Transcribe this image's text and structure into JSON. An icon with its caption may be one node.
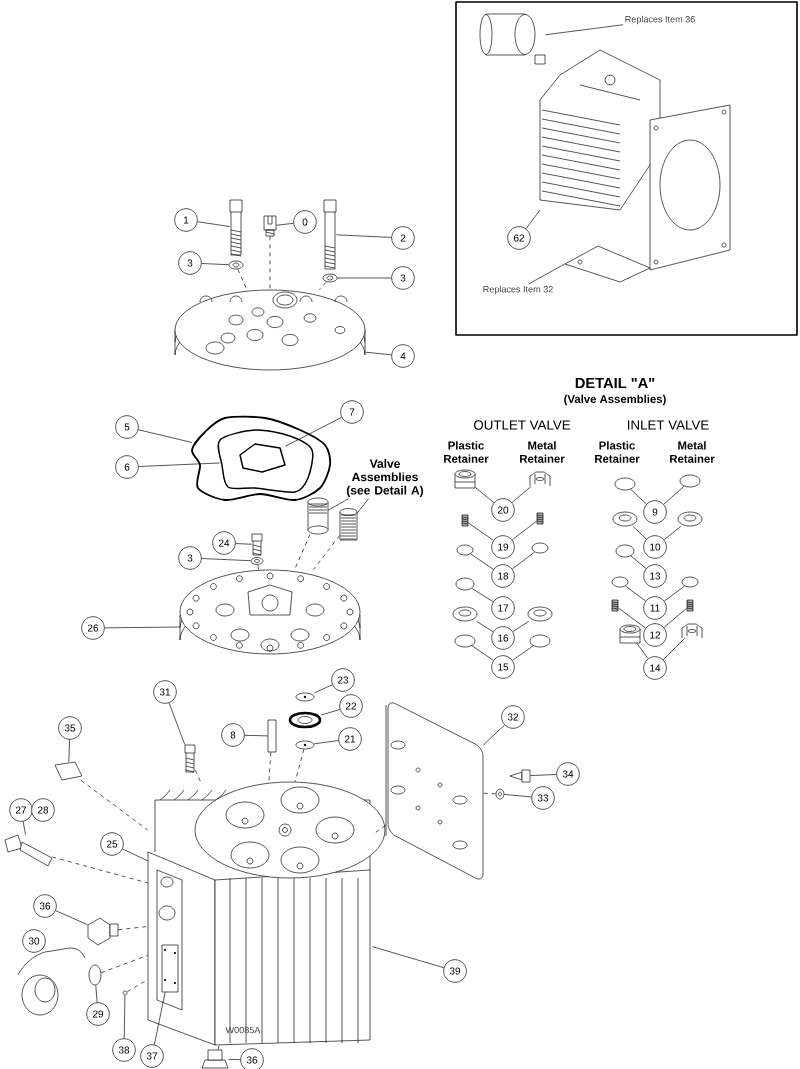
{
  "diagram": {
    "nodes": [
      {
        "text": [
          "1"
        ]
      },
      {
        "text": [
          "0"
        ]
      },
      {
        "text": [
          "2"
        ]
      },
      {
        "text": [
          "3"
        ]
      },
      {
        "text": [
          "3"
        ]
      },
      {
        "text": [
          "4"
        ]
      },
      {
        "text": [
          "5"
        ]
      },
      {
        "text": [
          "7"
        ]
      },
      {
        "text": [
          "6"
        ]
      },
      {
        "text": [
          "Valve Assemblies (see Detail A)"
        ]
      },
      {
        "text": [
          "24"
        ]
      },
      {
        "text": [
          "3"
        ]
      },
      {
        "text": [
          "26"
        ]
      },
      {
        "text": [
          "20"
        ]
      },
      {
        "text": [
          "19"
        ]
      },
      {
        "text": [
          "18"
        ]
      },
      {
        "text": [
          "17"
        ]
      },
      {
        "text": [
          "16"
        ]
      },
      {
        "text": [
          "15"
        ]
      },
      {
        "text": [
          "9"
        ]
      },
      {
        "text": [
          "10"
        ]
      },
      {
        "text": [
          "13"
        ]
      },
      {
        "text": [
          "11"
        ]
      },
      {
        "text": [
          "12"
        ]
      },
      {
        "text": [
          "14"
        ]
      },
      {
        "text": [
          "31"
        ]
      },
      {
        "text": [
          "23"
        ]
      },
      {
        "text": [
          "22"
        ]
      },
      {
        "text": [
          "8"
        ]
      },
      {
        "text": [
          "21"
        ]
      },
      {
        "text": [
          "32"
        ]
      },
      {
        "text": [
          "35"
        ]
      },
      {
        "text": [
          "34"
        ]
      },
      {
        "text": [
          "33"
        ]
      },
      {
        "text": [
          "27"
        ]
      },
      {
        "text": [
          "28"
        ]
      },
      {
        "text": [
          "25"
        ]
      },
      {
        "text": [
          "36"
        ]
      },
      {
        "text": [
          "30"
        ]
      },
      {
        "text": [
          "29"
        ]
      },
      {
        "text": [
          "39"
        ]
      },
      {
        "text": [
          "37"
        ]
      },
      {
        "text": [
          "38"
        ]
      },
      {
        "text": [
          "36"
        ]
      },
      {
        "text": [
          "Replaces Item 36"
        ]
      },
      {
        "text": [
          "62"
        ]
      },
      {
        "text": [
          "Replaces Item 32"
        ]
      },
      {
        "text": [],
        "shape": "picture"
      },
      {
        "text": [],
        "shape": "picture"
      },
      {
        "text": [],
        "shape": "picture"
      },
      {
        "text": [],
        "shape": "picture"
      },
      {
        "text": [],
        "shape": "picture"
      },
      {
        "text": [],
        "shape": "picture"
      },
      {
        "text": [],
        "shape": "picture"
      },
      {
        "text": [],
        "shape": "picture",
        "in": 53
      },
      {
        "text": [],
        "shape": "picture",
        "in": 54
      },
      {
        "text": [],
        "shape": "picture"
      },
      {
        "text": [],
        "shape": "picture"
      },
      {
        "text": [],
        "shape": "picture"
      },
      {
        "text": [],
        "shape": "picture"
      },
      {
        "text": [],
        "shape": "picture"
      },
      {
        "text": [],
        "shape": "picture"
      },
      {
        "text": [],
        "shape": "picture"
      },
      {
        "text": [],
        "shape": "picture"
      },
      {
        "text": [],
        "shape": "box"
      },
      {
        "text": [],
        "shape": "picture"
      },
      {
        "text": [],
        "shape": "picture"
      },
      {
        "text": [],
        "shape": "picture"
      },
      {
        "text": [],
        "shape": "picture"
      },
      {
        "text": [],
        "shape": "picture"
      },
      {
        "text": [],
        "shape": "picture"
      },
      {
        "text": [],
        "shape": "picture"
      },
      {
        "text": [],
        "shape": "picture",
        "in": 71
      },
      {
        "text": [],
        "shape": "picture"
      },
      {
        "text": [],
        "shape": "picture"
      },
      {
        "text": [],
        "shape": "circle"
      },
      {
        "text": [],
        "shape": "picture"
      },
      {
        "text": [],
        "shape": "picture"
      },
      {
        "text": [],
        "shape": "picture"
      },
      {
        "text": [],
        "shape": "picture"
      },
      {
        "text": [],
        "shape": "picture"
      },
      {
        "text": [],
        "shape": "picture"
      },
      {
        "text": [],
        "shape": "circle"
      },
      {
        "text": [],
        "shape": "circle"
      },
      {
        "text": [],
        "shape": "circle"
      },
      {
        "text": [],
        "shape": "picture"
      },
      {
        "text": [],
        "shape": "picture"
      },
      {
        "text": [],
        "shape": "circle"
      },
      {
        "text": [],
        "shape": "circle"
      },
      {
        "text": [],
        "shape": "circle"
      },
      {
        "text": [],
        "shape": "circle"
      },
      {
        "text": [],
        "shape": "picture"
      },
      {
        "text": [],
        "shape": "picture"
      },
      {
        "text": [],
        "shape": "circle"
      },
      {
        "text": [],
        "shape": "circle"
      },
      {
        "text": [],
        "shape": "circle"
      },
      {
        "text": [],
        "shape": "picture"
      },
      {
        "text": [],
        "shape": "picture"
      },
      {
        "text": [],
        "shape": "picture"
      },
      {
        "text": [],
        "shape": "picture"
      },
      {
        "text": [],
        "shape": "picture"
      },
      {
        "text": [],
        "shape": "picture"
      },
      {
        "text": [],
        "shape": "picture"
      },
      {
        "text": [],
        "shape": "picture"
      }
    ],
    "edges": [
      {
        "from": 0,
        "to": 48,
        "arrow": "none"
      },
      {
        "from": 1,
        "to": 47,
        "arrow": "none"
      },
      {
        "from": 2,
        "to": 49,
        "arrow": "none"
      },
      {
        "from": 3,
        "to": 50,
        "arrow": "none"
      },
      {
        "from": 4,
        "to": 51,
        "arrow": "none"
      },
      {
        "from": 5,
        "to": 52,
        "arrow": "none"
      },
      {
        "from": 6,
        "to": 53,
        "arrow": "none"
      },
      {
        "from": 7,
        "to": 55,
        "arrow": "none"
      },
      {
        "from": 8,
        "to": 54,
        "arrow": "none"
      },
      {
        "from": 9,
        "to": 56,
        "arrow": "none"
      },
      {
        "from": 9,
        "to": 57,
        "arrow": "none"
      },
      {
        "from": 10,
        "to": 58,
        "arrow": "none"
      },
      {
        "from": 11,
        "to": 59,
        "arrow": "none"
      },
      {
        "from": 12,
        "to": 60,
        "arrow": "none"
      },
      {
        "from": 13,
        "to": 78,
        "arrow": "none"
      },
      {
        "from": 13,
        "to": 79,
        "arrow": "none"
      },
      {
        "from": 14,
        "to": 80,
        "arrow": "none"
      },
      {
        "from": 14,
        "to": 81,
        "arrow": "none"
      },
      {
        "from": 15,
        "to": 82,
        "arrow": "none"
      },
      {
        "from": 15,
        "to": 83,
        "arrow": "none"
      },
      {
        "from": 16,
        "to": 84,
        "arrow": "none"
      },
      {
        "from": 17,
        "to": 85,
        "arrow": "none"
      },
      {
        "from": 17,
        "to": 86,
        "arrow": "none"
      },
      {
        "from": 18,
        "to": 87,
        "arrow": "none"
      },
      {
        "from": 18,
        "to": 88,
        "arrow": "none"
      },
      {
        "from": 19,
        "to": 89,
        "arrow": "none"
      },
      {
        "from": 19,
        "to": 90,
        "arrow": "none"
      },
      {
        "from": 20,
        "to": 91,
        "arrow": "none"
      },
      {
        "from": 20,
        "to": 92,
        "arrow": "none"
      },
      {
        "from": 21,
        "to": 93,
        "arrow": "none"
      },
      {
        "from": 22,
        "to": 94,
        "arrow": "none"
      },
      {
        "from": 22,
        "to": 95,
        "arrow": "none"
      },
      {
        "from": 23,
        "to": 96,
        "arrow": "none"
      },
      {
        "from": 23,
        "to": 97,
        "arrow": "none"
      },
      {
        "from": 24,
        "to": 98,
        "arrow": "none"
      },
      {
        "from": 24,
        "to": 99,
        "arrow": "none"
      },
      {
        "from": 25,
        "to": 65,
        "arrow": "none"
      },
      {
        "from": 26,
        "to": 61,
        "arrow": "none"
      },
      {
        "from": 27,
        "to": 62,
        "arrow": "none"
      },
      {
        "from": 28,
        "to": 64,
        "arrow": "none"
      },
      {
        "from": 29,
        "to": 63,
        "arrow": "none"
      },
      {
        "from": 30,
        "to": 66,
        "arrow": "none"
      },
      {
        "from": 31,
        "to": 67,
        "arrow": "none"
      },
      {
        "from": 32,
        "to": 68,
        "arrow": "none"
      },
      {
        "from": 33,
        "to": 69,
        "arrow": "none"
      },
      {
        "from": 34,
        "to": 70,
        "arrow": "none"
      },
      {
        "from": 36,
        "to": 71,
        "arrow": "none"
      },
      {
        "from": 37,
        "to": 73,
        "arrow": "none"
      },
      {
        "from": 39,
        "to": 75,
        "arrow": "none"
      },
      {
        "from": 40,
        "to": 71,
        "arrow": "none"
      },
      {
        "from": 41,
        "to": 72,
        "arrow": "none"
      },
      {
        "from": 42,
        "to": 76,
        "arrow": "none"
      },
      {
        "from": 43,
        "to": 77,
        "arrow": "none"
      },
      {
        "from": 44,
        "to": 100,
        "arrow": "none"
      },
      {
        "from": 45,
        "to": 101,
        "arrow": "none"
      },
      {
        "from": 46,
        "to": 103,
        "arrow": "none"
      },
      {
        "from": 47,
        "to": 52,
        "arrow": "none",
        "style": "dashed"
      },
      {
        "from": 50,
        "to": 52,
        "arrow": "none",
        "style": "dashed"
      },
      {
        "from": 51,
        "to": 52,
        "arrow": "none",
        "style": "dashed"
      },
      {
        "from": 56,
        "to": 60,
        "arrow": "none",
        "style": "dashed"
      },
      {
        "from": 57,
        "to": 60,
        "arrow": "none",
        "style": "dashed"
      },
      {
        "from": 59,
        "to": 60,
        "arrow": "none",
        "style": "dashed"
      },
      {
        "from": 65,
        "to": 71,
        "arrow": "none",
        "style": "dashed"
      },
      {
        "from": 64,
        "to": 71,
        "arrow": "none",
        "style": "dashed"
      },
      {
        "from": 63,
        "to": 71,
        "arrow": "none",
        "style": "dashed"
      },
      {
        "from": 67,
        "to": 71,
        "arrow": "none",
        "style": "dashed"
      },
      {
        "from": 70,
        "to": 71,
        "arrow": "none",
        "style": "dashed"
      },
      {
        "from": 73,
        "to": 71,
        "arrow": "none",
        "style": "dashed"
      },
      {
        "from": 75,
        "to": 71,
        "arrow": "none",
        "style": "dashed"
      },
      {
        "from": 76,
        "to": 71,
        "arrow": "none",
        "style": "dashed"
      },
      {
        "from": 77,
        "to": 71,
        "arrow": "none",
        "style": "dashed"
      },
      {
        "from": 69,
        "to": 66,
        "arrow": "none",
        "style": "dashed"
      },
      {
        "from": 66,
        "to": 71,
        "arrow": "none",
        "style": "dashed"
      }
    ],
    "labels": [
      "DETAIL \"A\"",
      "(Valve Assemblies)",
      "OUTLET VALVE",
      "INLET VALVE",
      "Plastic Retainer",
      "Metal Retainer",
      "Plastic Retainer",
      "Metal Retainer",
      "W0085A"
    ]
  }
}
